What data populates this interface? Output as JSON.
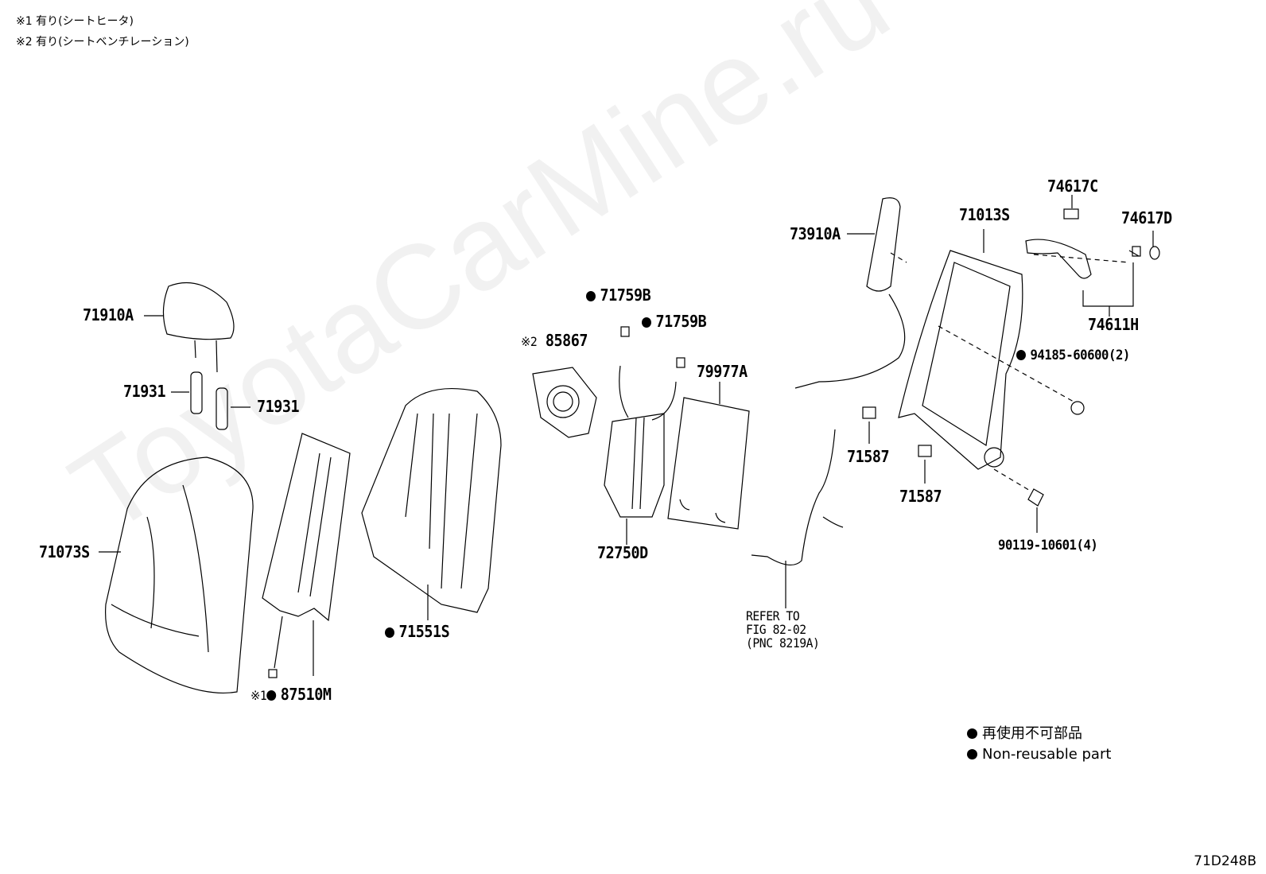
{
  "notes": [
    "※1 有り(シートヒータ)",
    "※2 有り(シートベンチレーション)"
  ],
  "parts": {
    "p71910A": "71910A",
    "p71931_left": "71931",
    "p71931_right": "71931",
    "p71073S": "71073S",
    "p87510M_mark": "※1",
    "p87510M": "87510M",
    "p71551S": "71551S",
    "p85867_mark": "※2",
    "p85867": "85867",
    "p71759B_top": "71759B",
    "p71759B_right": "71759B",
    "p72750D": "72750D",
    "p79977A": "79977A",
    "p73910A": "73910A",
    "p71587_upper": "71587",
    "p71587_lower": "71587",
    "p71013S": "71013S",
    "p74617C": "74617C",
    "p74617D": "74617D",
    "p74611H": "74611H",
    "p94185": "94185-60600(2)",
    "p90119": "90119-10601(4)"
  },
  "reference": {
    "line1": "REFER TO",
    "line2": "FIG 82-02",
    "line3": "(PNC 8219A)"
  },
  "legend": {
    "jp": "再使用不可部品",
    "en": "Non-reusable part"
  },
  "figure_code": "71D248B",
  "watermark": "ToyotaCarMine.ru"
}
